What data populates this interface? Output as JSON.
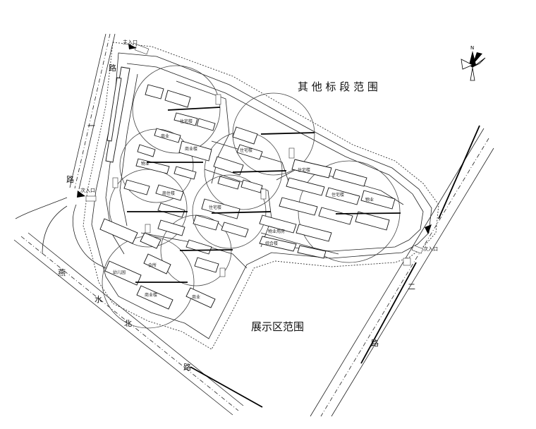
{
  "labels": {
    "other_section": "其 他 标 段  范  围",
    "exhibition_area": "展示区范围",
    "main_entrance": "主入口",
    "secondary_entrance_west": "次入口",
    "secondary_entrance_east": "次入口"
  },
  "road_chars": {
    "south_road": [
      "燕",
      "水",
      "北",
      "路"
    ],
    "east_road": [
      "路",
      "二"
    ],
    "west_road": [
      "路",
      "一"
    ]
  },
  "compass": {
    "north_letter": "N"
  },
  "building_text": [
    "商业",
    "物业",
    "会所",
    "住宅楼",
    "商业楼",
    "商住楼",
    "物业用房",
    "综合楼",
    "幼儿园"
  ]
}
